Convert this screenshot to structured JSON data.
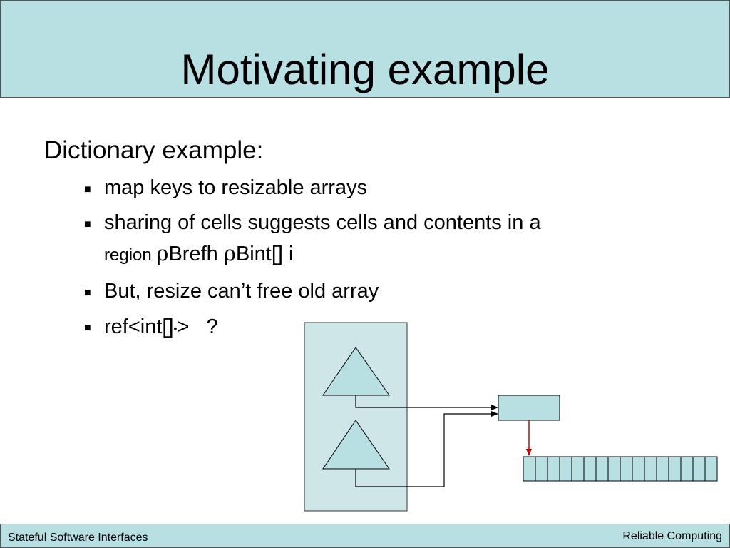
{
  "slide": {
    "title": "Motivating example",
    "heading": "Dictionary example:",
    "bullets": [
      {
        "text": "map keys to resizable arrays"
      },
      {
        "line1": "sharing of cells suggests cells and contents in a",
        "line2_prefix": "region ",
        "rho1": "ρ",
        "part1": "Brefh ",
        "rho2": "ρ",
        "part2": "Bint[] i"
      },
      {
        "text": "But, resize can’t free old array"
      },
      {
        "prefix": "ref<int[]",
        "superscript": "•",
        "suffix": ">   ?"
      }
    ],
    "bullet_glyph": "■"
  },
  "footer": {
    "left": "Stateful Software Interfaces",
    "right": "Reliable Computing"
  },
  "diagram": {
    "array_cell_count": 16,
    "colors": {
      "box_fill": "#cfe6e8",
      "triangle_fill": "#b8dfe2",
      "cell_fill": "#b8dfe2",
      "pointer_red": "#cc0000"
    }
  }
}
